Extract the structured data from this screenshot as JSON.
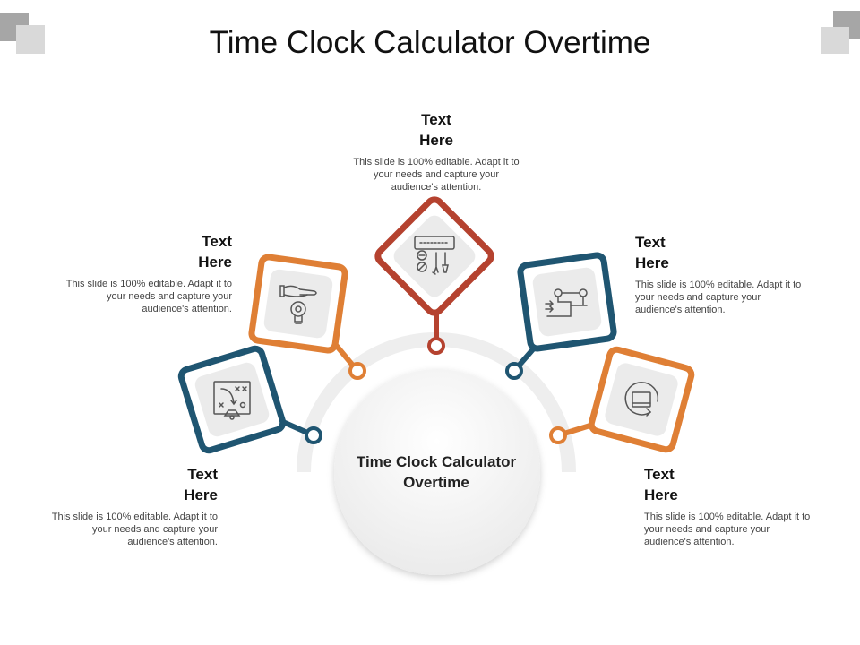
{
  "title": "Time Clock Calculator Overtime",
  "center_label": "Time Clock Calculator Overtime",
  "colors": {
    "red": "#b5422f",
    "blue": "#1f5571",
    "orange": "#df7f35",
    "ring": "#eeeeee"
  },
  "items": [
    {
      "heading": "Text Here",
      "body": "This slide is 100% editable. Adapt it to your needs and capture your audience's attention.",
      "icon": "tactics-board-icon",
      "color": "blue"
    },
    {
      "heading": "Text Here",
      "body": "This slide is 100% editable. Adapt it to your needs and capture your audience's attention.",
      "icon": "hand-lightbulb-icon",
      "color": "orange"
    },
    {
      "heading": "Text Here",
      "body": "This slide is 100% editable. Adapt it to your needs and capture your audience's attention.",
      "icon": "control-panel-icon",
      "color": "red"
    },
    {
      "heading": "Text Here",
      "body": "This slide is 100% editable. Adapt it to your needs and capture your audience's attention.",
      "icon": "process-flow-icon",
      "color": "blue"
    },
    {
      "heading": "Text Here",
      "body": "This slide is 100% editable. Adapt it to your needs and capture your audience's attention.",
      "icon": "screen-refresh-icon",
      "color": "orange"
    }
  ]
}
